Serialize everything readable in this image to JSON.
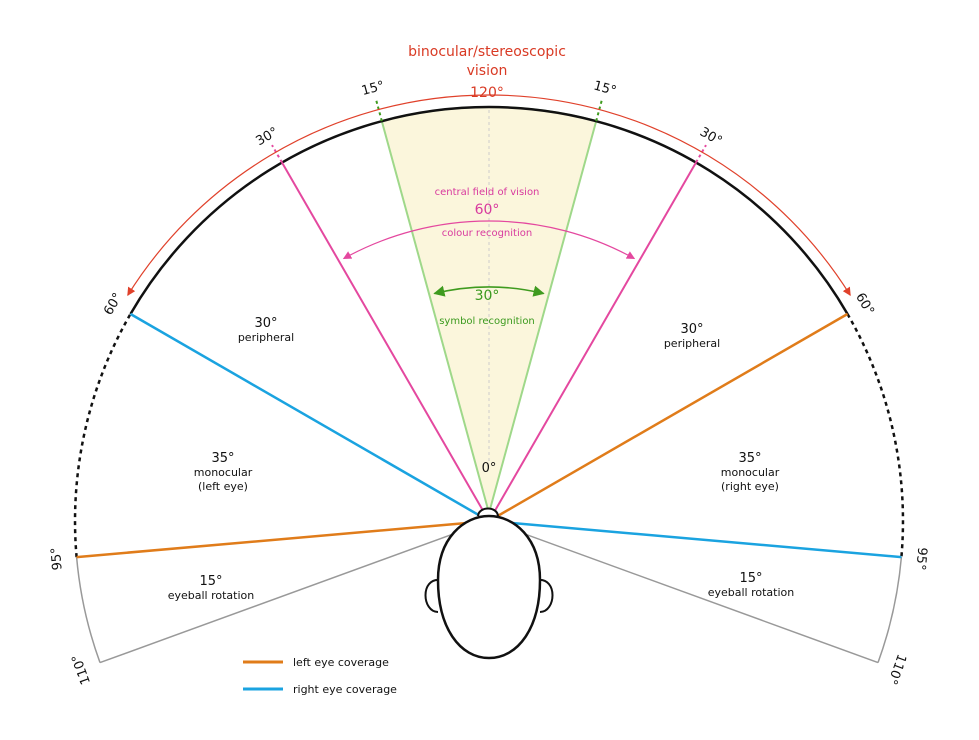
{
  "colors": {
    "binocular": "#e0412b",
    "central": "#e4489f",
    "symbol": "#3f9b1f",
    "left_eye": "#e07c1a",
    "right_eye": "#1aa3e0",
    "fan_fill": "#fbf6dc",
    "fan_edge": "#9fd88a",
    "outline": "#111111",
    "rotation": "#999999"
  },
  "binocular": {
    "title_line1": "binocular/stereoscopic",
    "title_line2": "vision",
    "angle": "120°"
  },
  "central": {
    "title": "central field of vision",
    "angle": "60°",
    "subtitle": "colour recognition"
  },
  "symbol": {
    "angle": "30°",
    "subtitle": "symbol recognition"
  },
  "peripheral_left": {
    "angle": "30°",
    "label": "peripheral"
  },
  "peripheral_right": {
    "angle": "30°",
    "label": "peripheral"
  },
  "monocular_left": {
    "angle": "35°",
    "label": "monocular",
    "eye": "(left eye)"
  },
  "monocular_right": {
    "angle": "35°",
    "label": "monocular",
    "eye": "(right eye)"
  },
  "rotation_left": {
    "angle": "15°",
    "label": "eyeball rotation"
  },
  "rotation_right": {
    "angle": "15°",
    "label": "eyeball rotation"
  },
  "ticks": {
    "zero": "0°",
    "l15": "15°",
    "r15": "15°",
    "l30": "30°",
    "r30": "30°",
    "l60": "60°",
    "r60": "60°",
    "l95": "95°",
    "r95": "95°",
    "l110": "110°",
    "r110": "110°"
  },
  "legend": {
    "left": "left eye coverage",
    "right": "right eye coverage"
  }
}
